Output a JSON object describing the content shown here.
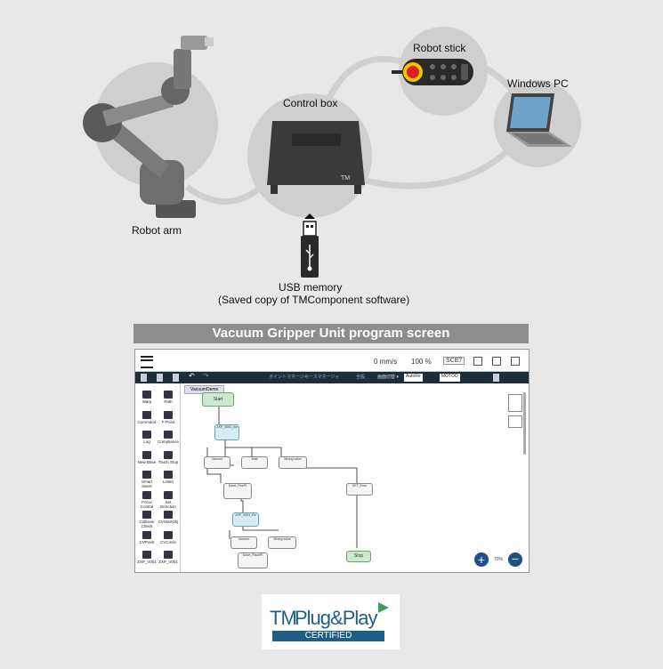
{
  "labels": {
    "robot_arm": "Robot arm",
    "control_box": "Control box",
    "robot_stick": "Robot stick",
    "windows_pc": "Windows PC",
    "usb_memory": "USB memory",
    "usb_memory_note": "(Saved copy of TMComponent software)"
  },
  "banner": "Vacuum Gripper Unit program screen",
  "screen": {
    "speed": "0 mm/s",
    "percent": "100 %",
    "code": "SCE7",
    "tab": "VacuumDemo",
    "zoom": "70%",
    "toolbar_items": [
      "ポイントマネージャ",
      "ベースマネージャ",
      "全般",
      "画面切替 ▾",
      "AutoRe",
      "MOTOO"
    ],
    "palette": [
      [
        "Warp",
        "Path"
      ],
      [
        "Command",
        "F-Point"
      ],
      [
        "Log",
        "Compliance"
      ],
      [
        "New Base",
        "Touch Stop"
      ],
      [
        "Smart Insert",
        "Listen"
      ],
      [
        "Force Control",
        "Set Direction"
      ],
      [
        "Collision Check",
        "CVStartObj"
      ],
      [
        "CVPoint",
        "CVCircle"
      ],
      [
        "ZXP_V001",
        "ZXP_V001"
      ]
    ],
    "flow": {
      "start": "Start",
      "stop": "Stop",
      "nodes": [
        "ZXP_V001_init",
        "Vacuum",
        "Wait",
        "Wrong value",
        "Move_PickPt",
        "ZXP_V001_Re",
        "Vacuum",
        "Wrong value",
        "Move_PlacePt",
        "SET_Error"
      ]
    }
  },
  "logo": {
    "tm": "TM",
    "plug": "Plug&Play",
    "certified": "CERTIFIED",
    "brand_color": "#1f5f86",
    "accent_color": "#39a35a"
  }
}
